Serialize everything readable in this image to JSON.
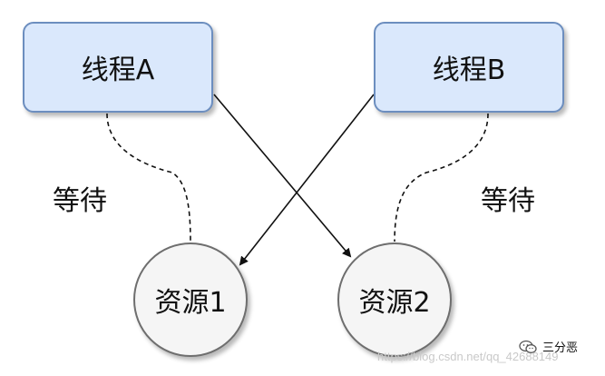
{
  "threads": [
    {
      "label": "线程A"
    },
    {
      "label": "线程B"
    }
  ],
  "resources": [
    {
      "label": "资源1"
    },
    {
      "label": "资源2"
    }
  ],
  "wait_labels": [
    "等待",
    "等待"
  ],
  "watermark": "https://blog.csdn.net/qq_42688149",
  "brand": {
    "name": "三分恶",
    "icon": "wechat-icon"
  },
  "colors": {
    "thread_fill": "#dae8fc",
    "thread_border": "#6c8ebf",
    "resource_fill": "#f5f5f5",
    "resource_border": "#6e6e6e",
    "edge": "#111111"
  }
}
